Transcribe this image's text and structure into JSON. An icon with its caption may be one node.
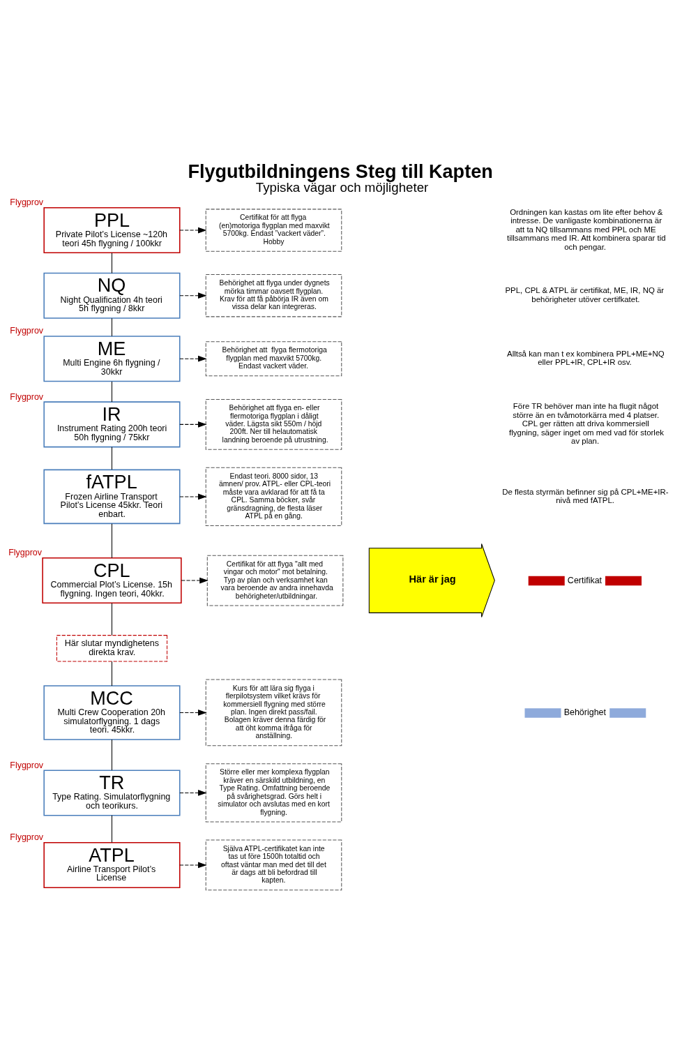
{
  "diagram": {
    "title": "Flygutbildningens Steg till Kapten",
    "caption": "Typiska vägar och möjligheter",
    "nodes": [
      {
        "text": [
          "PPL",
          "Private Pilot’s License ~120h teori 45h flygning / 100kkr"
        ],
        "beside": [
          "Flygprov"
        ]
      },
      {
        "text": [
          "Certifikat för att flyga (en)motoriga flygplan med maxvikt 5700kg. Endast ”vackert väder”. Hobby"
        ]
      },
      {
        "text": [
          "NQ",
          "Night Qualification 4h teori 5h flygning / 8kkr"
        ]
      },
      {
        "text": [
          "Behörighet att flyga under dygnets mörka timmar oavsett flygplan. Krav för att få påbörja IR även om vissa delar kan integreras."
        ]
      },
      {
        "text": [
          "ME",
          "Multi Engine 6h flygning / 30kkr"
        ],
        "beside": [
          "Flygprov"
        ]
      },
      {
        "text": [
          "Behörighet att  flyga flermotoriga flygplan med maxvikt 5700kg. Endast vackert väder."
        ]
      },
      {
        "text": [
          "IR",
          "Instrument Rating 200h teori 50h flygning / 75kkr"
        ],
        "beside": [
          "Flygprov"
        ]
      },
      {
        "text": [
          "Behörighet att flyga en- eller flermotoriga flygplan i dåligt väder. Lägsta sikt 550m / höjd 200ft. Ner till helautomatisk landning beroende på utrustning."
        ]
      },
      {
        "text": [
          "fATPL",
          "Frozen Airline Transport Pilot’s License 45kkr. Teori enbart."
        ]
      },
      {
        "text": [
          "Endast teori. 8000 sidor, 13 ämnen/ prov. ATPL- eller CPL-teori måste vara avklarad för att få ta CPL. Samma böcker, svår gränsdragning, de flesta läser ATPL på en gång."
        ]
      },
      {
        "text": [
          "Här är jag"
        ]
      },
      {
        "text": [
          "CPL",
          "Commercial Plot’s License. 15h flygning. Ingen teori, 40kkr."
        ],
        "beside": [
          "Flygprov"
        ]
      },
      {
        "text": [
          "Certifikat för att flyga \"allt med vingar och motor\" mot betalning. Typ av plan och verksamhet kan vara beroende av andra innehavda behörigheter/utbildningar."
        ]
      },
      {
        "text": [
          "Här slutar myndighetens direkta krav."
        ]
      },
      {
        "text": [
          "MCC",
          "Multi Crew Cooperation 20h simulatorflygning. 1 dags teori. 45kkr."
        ]
      },
      {
        "text": [
          "Kurs för att lära sig flyga i flerpilotsystem vilket krävs för kommersiell flygning med större plan. Ingen direkt pass/fail. Bolagen kräver denna färdig för att öht komma ifråga för anställning."
        ]
      },
      {
        "text": [
          "TR",
          "Type Rating. Simulatorflygning och teorikurs."
        ],
        "beside": [
          "Flygprov"
        ]
      },
      {
        "text": [
          "Större eller mer komplexa flygplan kräver en särskild utbildning, en Type Rating. Omfattning beroende på svårighetsgrad. Görs helt i simulator och avslutas med en kort flygning."
        ]
      },
      {
        "text": [
          "ATPL",
          "Airline Transport Pilot’s License"
        ],
        "beside": [
          "Flygprov"
        ]
      },
      {
        "text": [
          "Själva ATPL-certifikatet kan inte tas ut före 1500h totaltid och oftast väntar man med det till det är dags att bli befordrad till kapten."
        ]
      }
    ],
    "edges": [
      {
        "from": 0,
        "to": 1,
        "arrow": "to",
        "style": "dashed"
      },
      {
        "from": 0,
        "to": 2,
        "arrow": "none"
      },
      {
        "from": 2,
        "to": 3,
        "arrow": "to",
        "style": "dashed"
      },
      {
        "from": 2,
        "to": 4,
        "arrow": "none"
      },
      {
        "from": 4,
        "to": 5,
        "arrow": "to",
        "style": "dashed"
      },
      {
        "from": 4,
        "to": 6,
        "arrow": "none"
      },
      {
        "from": 6,
        "to": 7,
        "arrow": "to",
        "style": "dashed"
      },
      {
        "from": 6,
        "to": 8,
        "arrow": "none"
      },
      {
        "from": 8,
        "to": 9,
        "arrow": "to",
        "style": "dashed"
      },
      {
        "from": 8,
        "to": 11,
        "arrow": "none"
      },
      {
        "from": 11,
        "to": 12,
        "arrow": "to",
        "style": "dashed"
      },
      {
        "from": 11,
        "to": 13,
        "arrow": "none"
      },
      {
        "from": 13,
        "to": 14,
        "arrow": "none"
      },
      {
        "from": 14,
        "to": 15,
        "arrow": "to",
        "style": "dashed"
      },
      {
        "from": 14,
        "to": 16,
        "arrow": "none"
      },
      {
        "from": 16,
        "to": 17,
        "arrow": "to",
        "style": "dashed"
      },
      {
        "from": 16,
        "to": 18,
        "arrow": "none"
      },
      {
        "from": 18,
        "to": 19,
        "arrow": "to",
        "style": "dashed"
      }
    ],
    "labels": [
      "Ordningen kan kastas om lite efter behov & intresse. De vanligaste kombinationerna är att ta NQ tillsammans med PPL och ME tillsammans med IR. Att kombinera sparar tid och pengar.",
      "PPL, CPL & ATPL är certifikat, ME, IR, NQ är behörigheter utöver certifkatet.",
      "Alltså kan man t ex kombinera PPL+ME+NQ eller PPL+IR, CPL+IR osv.",
      "Före TR behöver man inte ha flugit något större än en tvåmotorkärra med 4 platser. CPL ger rätten att driva kommersiell flygning, säger inget om med vad för storlek av plan.",
      "De flesta styrmän befinner sig på CPL+ME+IR-nivå med fATPL."
    ],
    "legend": [
      {
        "text": "Certifikat",
        "color": "#c00000"
      },
      {
        "text": "Behörighet",
        "color": "#8eaadb"
      }
    ]
  }
}
